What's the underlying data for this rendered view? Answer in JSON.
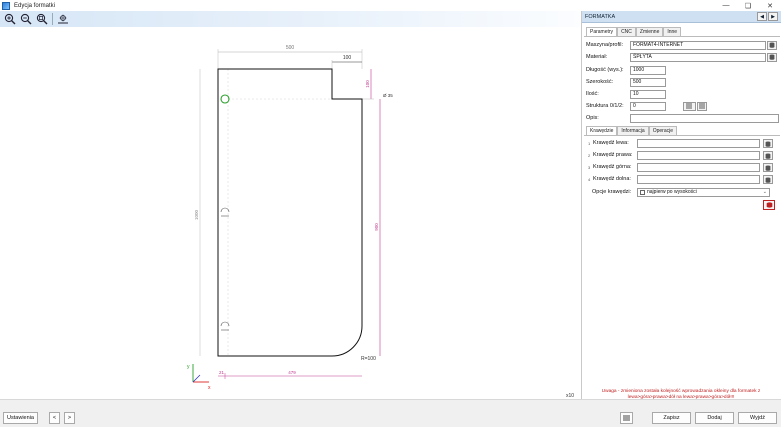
{
  "window": {
    "title": "Edycja formatki"
  },
  "toolbar": {
    "tools": [
      "zoom-in-icon",
      "zoom-out-icon",
      "zoom-fit-icon",
      "center-icon"
    ]
  },
  "drawing": {
    "dim_width_top": "500",
    "dim_notch_width": "100",
    "dim_notch_height": "100",
    "dim_hole": "Ø 35",
    "dim_height_left": "1000",
    "dim_height_right": "900",
    "dim_bottom_offset": "21",
    "dim_bottom_length": "479",
    "dim_radius": "R=100",
    "axis_y": "y",
    "axis_x": "x",
    "scale": "x10"
  },
  "panel": {
    "header": "FORMATKA",
    "tabs": [
      "Parametry",
      "CNC",
      "Zmienne",
      "Inne"
    ],
    "fields": {
      "machine_label": "Maszyna/profil:",
      "machine_value": "FORMAT4-INTERNET",
      "material_label": "Materiał:",
      "material_value": "ŚPŁYTA",
      "length_label": "Długość (wys.):",
      "length_value": "1000",
      "width_label": "Szerokość:",
      "width_value": "500",
      "qty_label": "Ilość:",
      "qty_value": "10",
      "structure_label": "Struktura 0/1/2:",
      "structure_value": "0",
      "desc_label": "Opis:",
      "desc_value": ""
    },
    "subtabs": [
      "Krawędzie",
      "Informacja",
      "Operacje"
    ],
    "edges": [
      {
        "num": "1",
        "label": "Krawędź lewa:",
        "value": ""
      },
      {
        "num": "2",
        "label": "Krawędź prawa:",
        "value": ""
      },
      {
        "num": "3",
        "label": "Krawędź górna:",
        "value": ""
      },
      {
        "num": "4",
        "label": "Krawędź dolna:",
        "value": ""
      }
    ],
    "edge_options_label": "Opcje krawędzi:",
    "edge_options_value": "najpierw po wysokości",
    "warning": "Uwaga - zmieniona została kolejność wprowadzania okleiny dla formatek z lewa>góra>prawa>dół na lewa>prawa>góra>dół!!!"
  },
  "bottom": {
    "settings": "Ustawienia",
    "prev": "<",
    "next": ">",
    "save": "Zapisz",
    "add": "Dodaj",
    "exit": "Wyjdź"
  },
  "colors": {
    "accent": "#c03a8f",
    "hole": "#2aa02a",
    "warning": "#c02020"
  }
}
